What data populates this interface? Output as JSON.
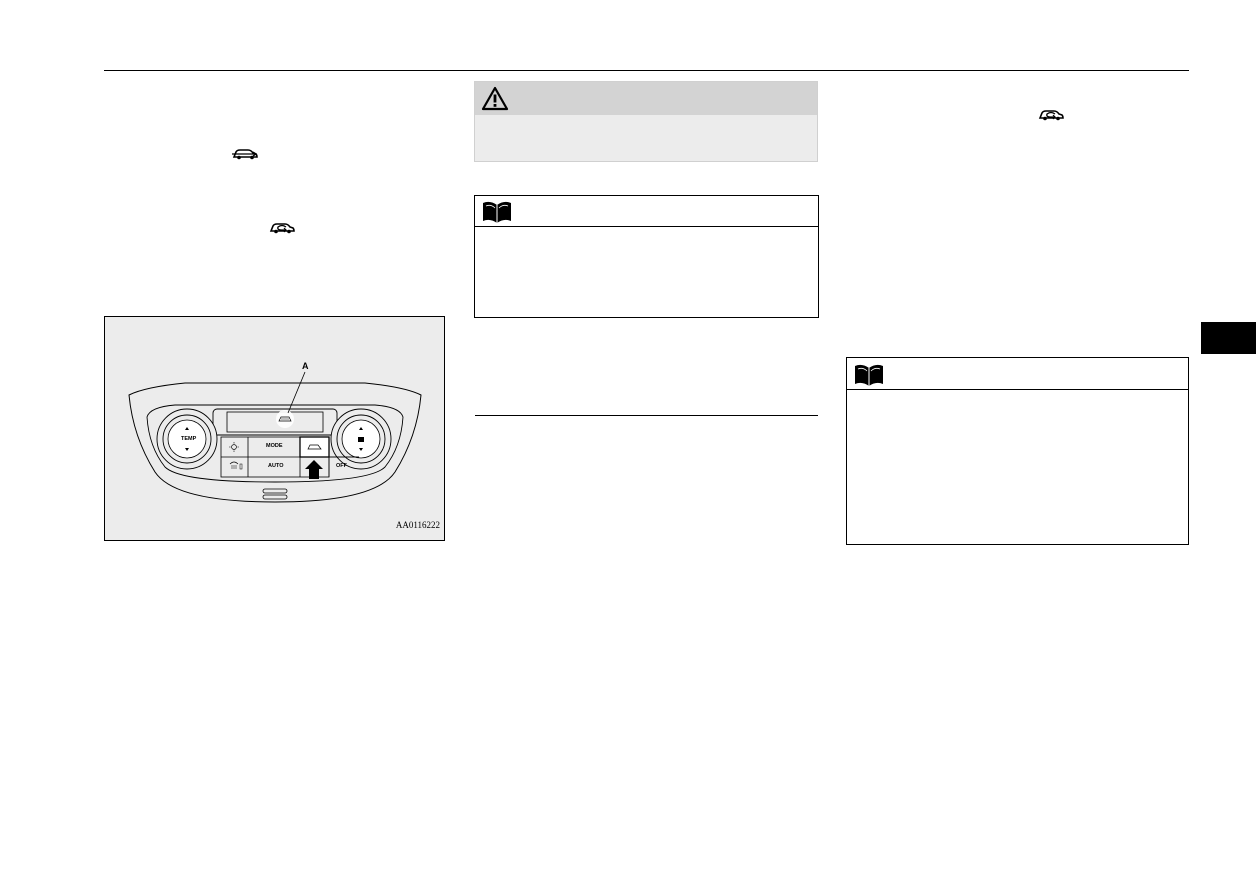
{
  "figure": {
    "label": "A",
    "code": "AA0116222",
    "controls": {
      "temp": "TEMP",
      "mode": "MODE",
      "auto": "AUTO",
      "off": "OFF"
    }
  },
  "icons": {
    "recirculation": "recirculation-icon",
    "outside_air": "outside-air-icon",
    "warning": "warning-triangle-icon",
    "note": "open-book-icon"
  },
  "colors": {
    "panel_bg": "#ececec",
    "warning_header": "#d3d3d3",
    "tab": "#000000"
  }
}
